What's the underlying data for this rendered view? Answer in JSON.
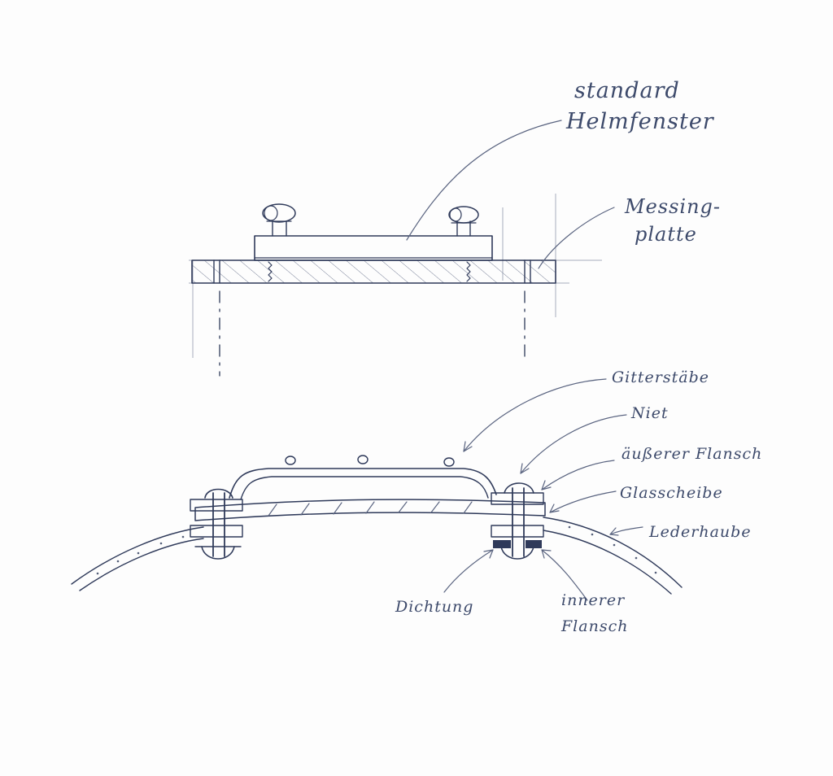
{
  "top_view": {
    "labels": {
      "standard_line1": "standard",
      "standard_line2": "Helmfenster",
      "plate_line1": "Messing-",
      "plate_line2": "platte"
    }
  },
  "bottom_view": {
    "labels": {
      "bars": "Gitterstäbe",
      "rivet": "Niet",
      "outer_flange": "äußerer Flansch",
      "glass": "Glasscheibe",
      "leather": "Lederhaube",
      "seal": "Dichtung",
      "inner_flange_line1": "innerer",
      "inner_flange_line2": "Flansch"
    }
  },
  "colors": {
    "ink": "#2f3a5a",
    "text": "#3d4a6b",
    "paper": "#fdfdfd"
  }
}
